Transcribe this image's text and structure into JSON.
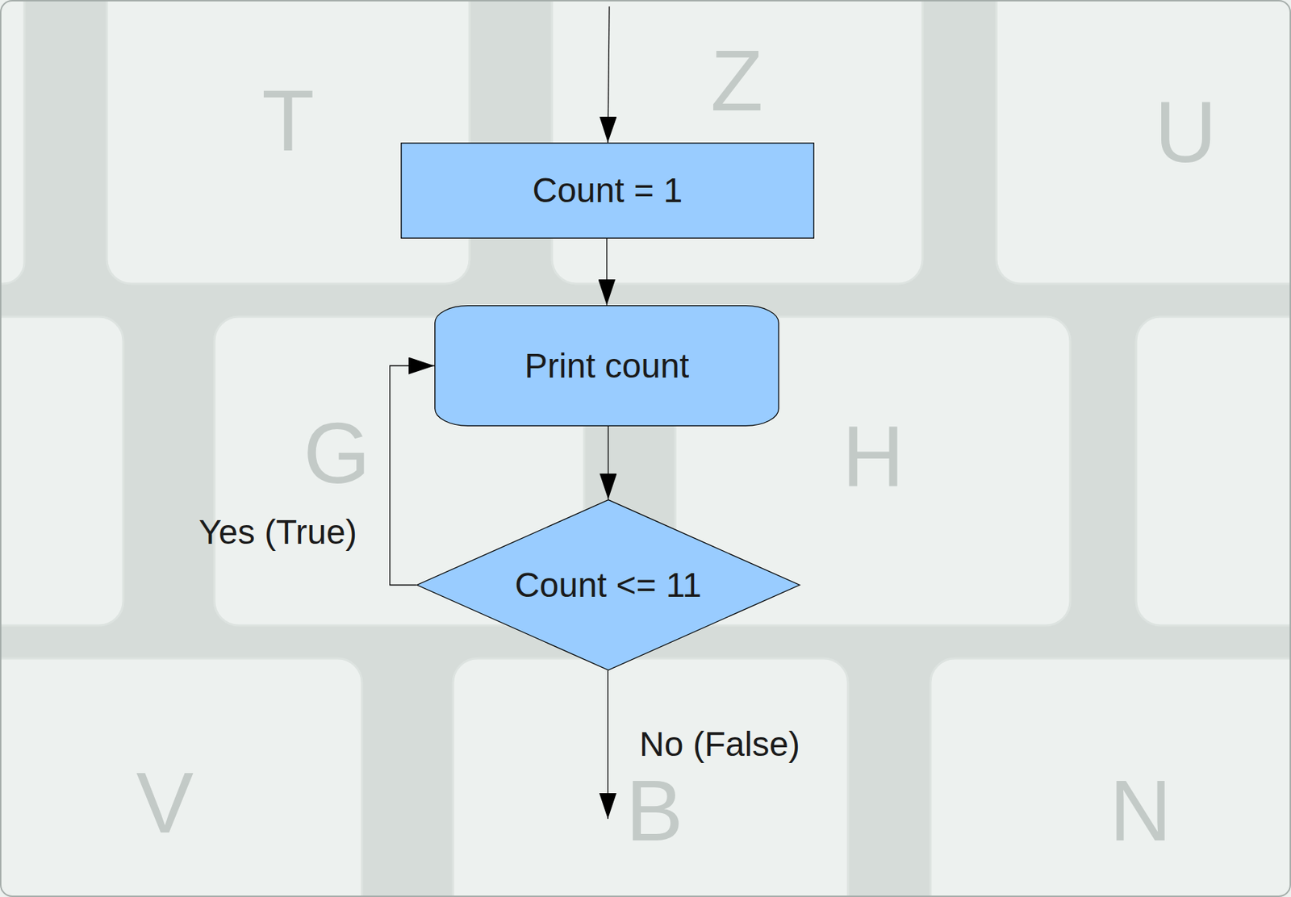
{
  "diagram": {
    "nodes": [
      {
        "text": [
          "Count = 1"
        ]
      },
      {
        "text": [
          "Print count"
        ]
      },
      {
        "text": [
          "Count <= 11"
        ]
      }
    ],
    "edges": [
      {
        "from": 0,
        "to": 1,
        "arrow": "to"
      },
      {
        "from": 1,
        "to": 2,
        "arrow": "to"
      },
      {
        "from": 2,
        "to": 1,
        "label": "Yes (True)",
        "arrow": "to"
      }
    ],
    "labels": [
      "No (False)",
      "T",
      "Z",
      "U",
      "G",
      "H",
      "V",
      "B",
      "N"
    ]
  }
}
